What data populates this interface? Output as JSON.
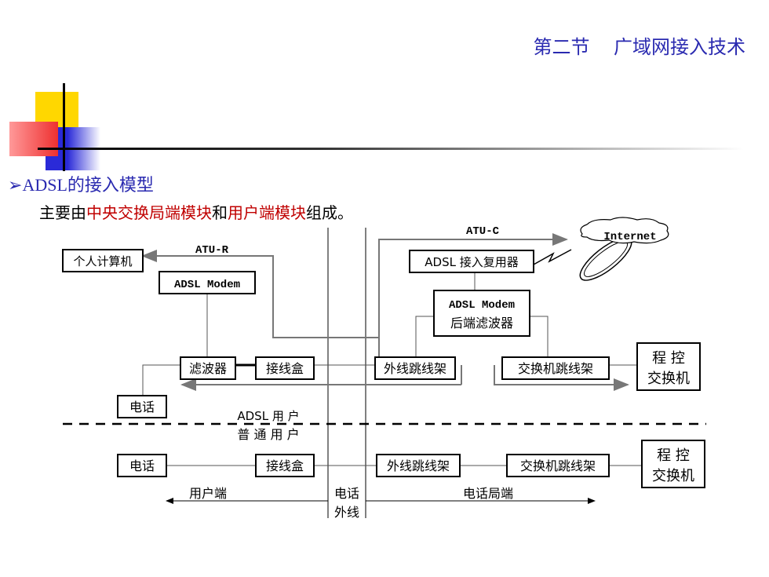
{
  "header": {
    "title": "第二节    广域网接入技术"
  },
  "section": {
    "heading": "ADSL的接入模型",
    "subtitle_parts": [
      "主要由",
      "中央交换局端模块",
      "和",
      "用户端模块",
      "组成。"
    ]
  },
  "diagram": {
    "atu_c": "ATU-C",
    "atu_r": "ATU-R",
    "internet": "Internet",
    "pc": "个人计算机",
    "adsl_modem_user": "ADSL Modem",
    "adsl_mux": "ADSL 接入复用器",
    "adsl_modem_co_1": "ADSL Modem",
    "adsl_modem_co_2": "后端滤波器",
    "filter": "滤波器",
    "junction_box_adsl": "接线盒",
    "outer_frame_adsl": "外线跳线架",
    "switch_frame_adsl": "交换机跳线架",
    "switch_adsl_1": "程 控",
    "switch_adsl_2": "交换机",
    "phone_adsl": "电话",
    "adsl_user_label": "ADSL 用 户",
    "normal_user_label": "普 通 用 户",
    "phone_normal": "电话",
    "junction_box_normal": "接线盒",
    "outer_frame_normal": "外线跳线架",
    "switch_frame_normal": "交换机跳线架",
    "switch_normal_1": "程 控",
    "switch_normal_2": "交换机",
    "user_side": "用户端",
    "phone_line_1": "电话",
    "phone_line_2": "外线",
    "central_office": "电话局端"
  }
}
